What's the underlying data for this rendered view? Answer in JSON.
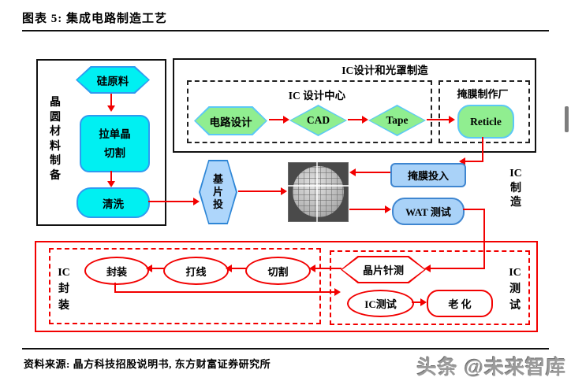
{
  "header": {
    "title": "图表 5: 集成电路制造工艺"
  },
  "wafer_prep": {
    "label_chars": [
      "晶",
      "圆",
      "材",
      "料",
      "制",
      "备"
    ],
    "silicon": "硅原料",
    "crystal_l1": "拉单晶",
    "crystal_l2": "切割",
    "clean": "清洗"
  },
  "design": {
    "section_title": "IC设计和光罩制造",
    "center_label": "IC 设计中心",
    "circuit": "电路设计",
    "cad": "CAD",
    "tape": "Tape",
    "mask_factory_label": "掩膜制作厂",
    "reticle": "Reticle"
  },
  "fab": {
    "label_lines": [
      "IC",
      "制",
      "造"
    ],
    "substrate_chars": [
      "基",
      "片",
      "投"
    ],
    "mask_input": "掩膜投入",
    "wat": "WAT 测试"
  },
  "packaging": {
    "label_lines": [
      "IC",
      "封",
      "装"
    ],
    "seal": "封装",
    "wire": "打线",
    "cut": "切割"
  },
  "testing": {
    "label_lines": [
      "IC",
      "测",
      "试"
    ],
    "probe": "晶片针测",
    "ic_test": "IC测试",
    "aging": "老 化"
  },
  "footer": {
    "source": "资料来源: 晶方科技招股说明书, 东方财富证券研究所",
    "watermark": "头条 @未来智库"
  },
  "colors": {
    "cyan_fill": "#00f0f2",
    "green_fill": "#90ee90",
    "light_blue_fill": "#a9d2f8",
    "shape_border_blue": "#2e9bf0",
    "arrow_red": "#f20000"
  }
}
